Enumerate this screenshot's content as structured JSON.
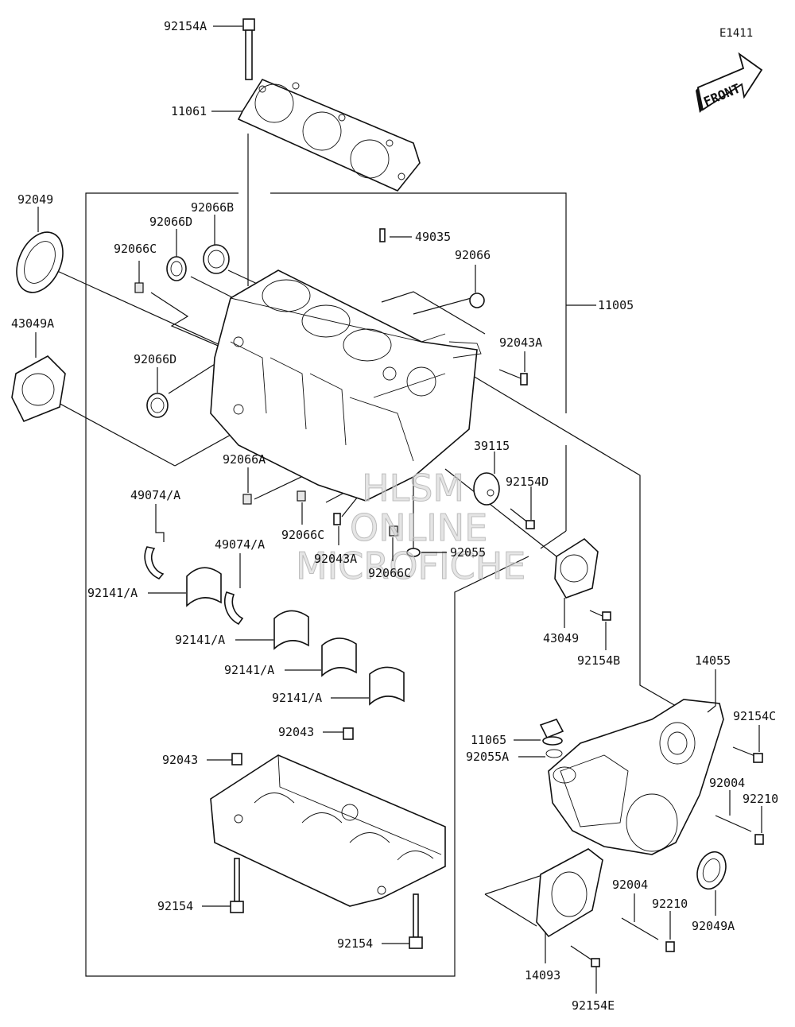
{
  "diagram_code": "E1411",
  "front_label": "FRONT",
  "watermark": [
    "HLSM",
    "ONLINE",
    "MICROFICHE"
  ],
  "colors": {
    "line": "#111111",
    "background": "#ffffff",
    "watermark": "#cfcfcf"
  },
  "parts": [
    {
      "id": "92154A"
    },
    {
      "id": "11061"
    },
    {
      "id": "92049"
    },
    {
      "id": "92066B"
    },
    {
      "id": "92066D"
    },
    {
      "id": "92066C"
    },
    {
      "id": "49035"
    },
    {
      "id": "92066"
    },
    {
      "id": "11005"
    },
    {
      "id": "43049A"
    },
    {
      "id": "92043A"
    },
    {
      "id": "92066D"
    },
    {
      "id": "39115"
    },
    {
      "id": "92066A"
    },
    {
      "id": "92154D"
    },
    {
      "id": "49074/A"
    },
    {
      "id": "92066C"
    },
    {
      "id": "92043A"
    },
    {
      "id": "92055"
    },
    {
      "id": "49074/A"
    },
    {
      "id": "92066C"
    },
    {
      "id": "92141/A"
    },
    {
      "id": "43049"
    },
    {
      "id": "92141/A"
    },
    {
      "id": "92154B"
    },
    {
      "id": "92141/A"
    },
    {
      "id": "14055"
    },
    {
      "id": "92141/A"
    },
    {
      "id": "92154C"
    },
    {
      "id": "11065"
    },
    {
      "id": "92043"
    },
    {
      "id": "92055A"
    },
    {
      "id": "92043"
    },
    {
      "id": "92004"
    },
    {
      "id": "92210"
    },
    {
      "id": "92004"
    },
    {
      "id": "92210"
    },
    {
      "id": "92049A"
    },
    {
      "id": "92154"
    },
    {
      "id": "92154"
    },
    {
      "id": "14093"
    },
    {
      "id": "92154E"
    }
  ]
}
